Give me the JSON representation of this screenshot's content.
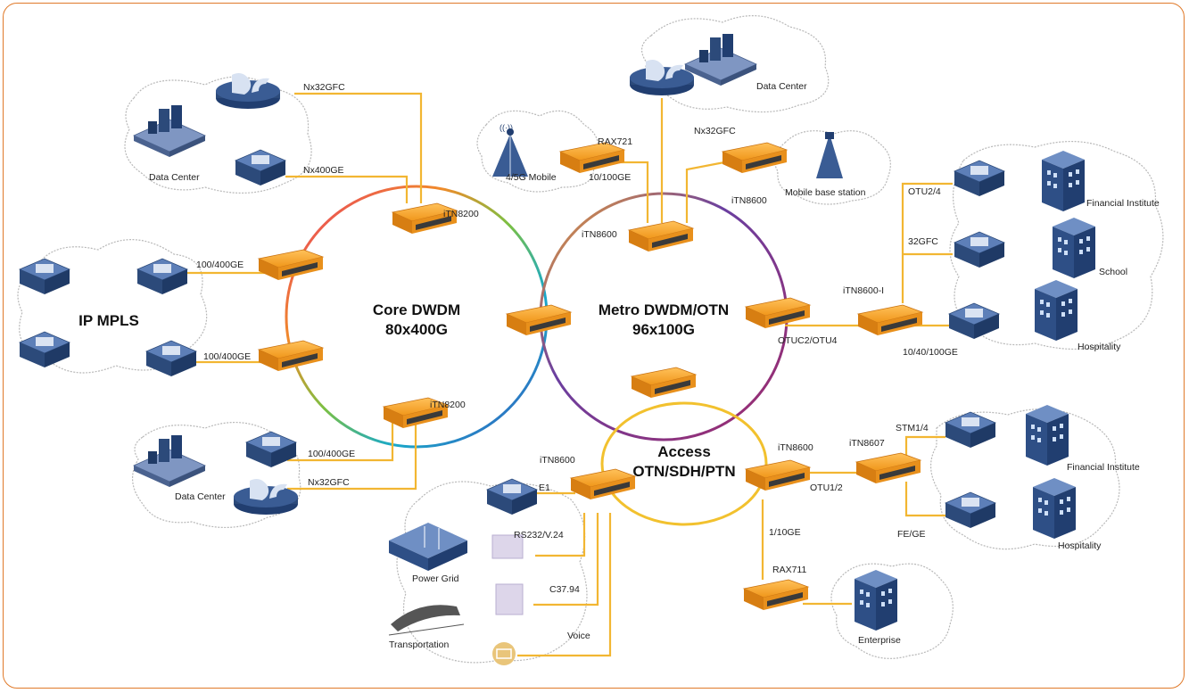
{
  "rings": {
    "core": {
      "line1": "Core DWDM",
      "line2": "80x400G"
    },
    "metro": {
      "line1": "Metro DWDM/OTN",
      "line2": "96x100G"
    },
    "access": {
      "line1": "Access",
      "line2": "OTN/SDH/PTN"
    }
  },
  "labels": {
    "nx32gfc_top": "Nx32GFC",
    "nx400ge": "Nx400GE",
    "dc_top_left": "Data Center",
    "itn8200_top": "iTN8200",
    "ge400_top": "100/400GE",
    "ge400_bottom": "100/400GE",
    "ip_mpls": "IP MPLS",
    "itn8200_bottom": "iTN8200",
    "ge400_dc": "100/400GE",
    "nx32gfc_bottom": "Nx32GFC",
    "dc_bottom_left": "Data Center",
    "rax721": "RAX721",
    "mobile_45g": "4/5G Mobile",
    "ge10_100": "10/100GE",
    "itn8600_metro": "iTN8600",
    "dc_top_center": "Data Center",
    "nx32gfc_center": "Nx32GFC",
    "itn8600_mobile": "iTN8600",
    "mobile_base": "Mobile base station",
    "otu24": "OTU2/4",
    "gfc32": "32GFC",
    "itn8600i": "iTN8600-I",
    "otuc2": "OTUC2/OTU4",
    "ge10_40_100": "10/40/100GE",
    "financial_top": "Financial Institute",
    "school": "School",
    "hospitality_top": "Hospitality",
    "itn8600_access_left": "iTN8600",
    "e1": "E1",
    "rs232": "RS232/V.24",
    "c3794": "C37.94",
    "voice": "Voice",
    "power_grid": "Power Grid",
    "transportation": "Transportation",
    "itn8600_access_right": "iTN8600",
    "itn8607": "iTN8607",
    "stm14": "STM1/4",
    "otu12": "OTU1/2",
    "fege": "FE/GE",
    "financial_bottom": "Financial Institute",
    "hospitality_bottom": "Hospitality",
    "ge1_10": "1/10GE",
    "rax711": "RAX711",
    "enterprise": "Enterprise"
  },
  "colors": {
    "frame": "#e07a2a",
    "link": "#f2b632",
    "device_orange": "#f5a623",
    "device_dark": "#2c4a7a",
    "access_ring": "#f2c12e",
    "metro_ring_left": "#7a3fa0",
    "metro_ring_right": "#8c2a6a"
  }
}
